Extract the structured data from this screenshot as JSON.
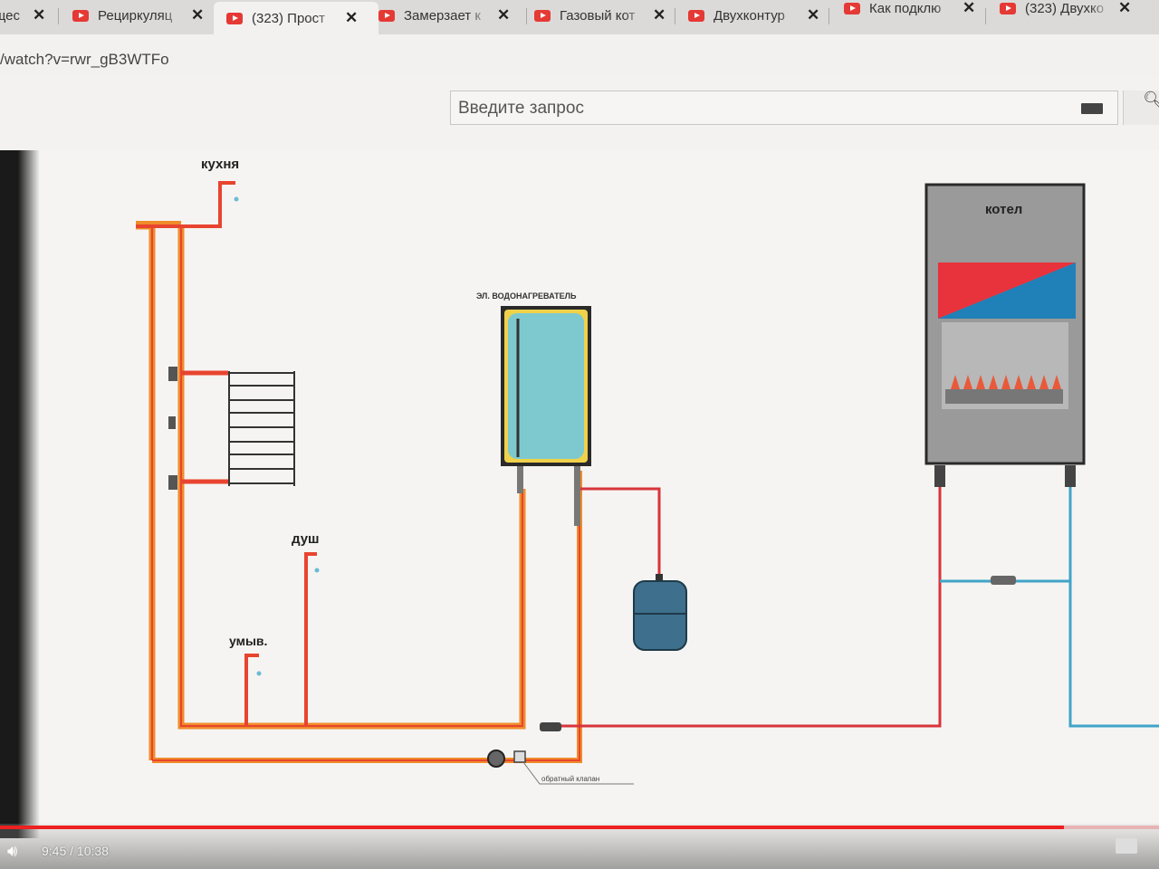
{
  "tabs": [
    {
      "title": "щес",
      "active": false
    },
    {
      "title": "Рециркуляц",
      "active": false
    },
    {
      "title": "(323) Прост",
      "active": true
    },
    {
      "title": "Замерзает к",
      "active": false
    },
    {
      "title": "Газовый кот",
      "active": false
    },
    {
      "title": "Двухконтур",
      "active": false
    },
    {
      "title": "Как подклю",
      "active": false
    },
    {
      "title": "(323) Двухко",
      "active": false
    }
  ],
  "address": {
    "url": "/watch?v=rwr_gB3WTFo"
  },
  "search": {
    "placeholder": "Введите запрос"
  },
  "diagram": {
    "labels": {
      "kitchen": "кухня",
      "heater": "ЭЛ. ВОДОНАГРЕВАТЕЛЬ",
      "boiler": "котел",
      "shower": "душ",
      "sink": "умыв.",
      "check_valve": "обратный клапан"
    },
    "colors": {
      "hot": "#e8442f",
      "recirc": "#f08c2a",
      "cold": "#3fa4c8",
      "tank": "#7ec9cf",
      "boiler_red": "#e8323c",
      "boiler_blue": "#2080b8"
    }
  },
  "player": {
    "time": "9:45 / 10:38",
    "progress": 0.918
  }
}
